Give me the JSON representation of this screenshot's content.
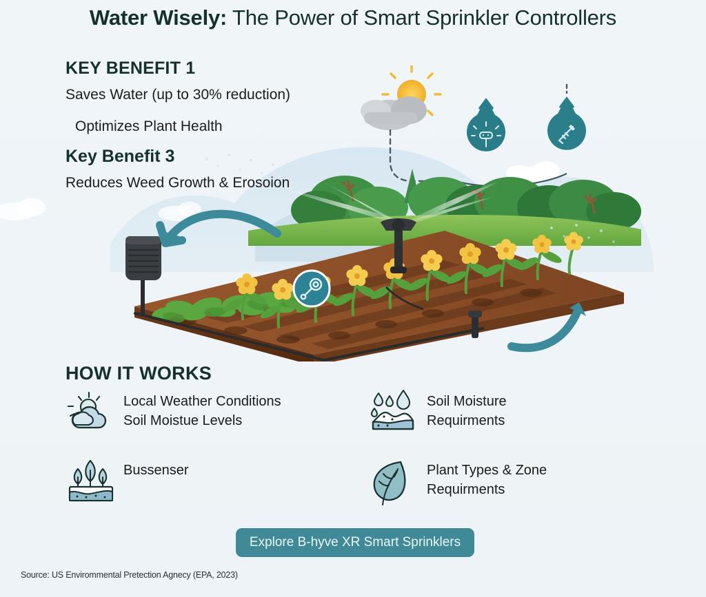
{
  "header": {
    "title_strong": "Water Wisely:",
    "title_light": " The Power of Smart Sprinkler Controllers"
  },
  "benefits": {
    "items": [
      {
        "heading": "KEY BENEFIT 1",
        "text": "Saves Water (up to 30% reduction)"
      },
      {
        "heading": "",
        "text": "Optimizes Plant Health"
      },
      {
        "heading": "Key Benefit 3",
        "text": "Reduces Weed Growth & Erosoion"
      }
    ],
    "heading_1": "KEY BENEFIT 1",
    "text_1": "Saves Water (up to 30% reduction)",
    "text_2": "Optimizes Plant Health",
    "heading_3": "Key Benefit 3",
    "text_3": "Reduces Weed Growth & Erosoion"
  },
  "how_it_works": {
    "title": "HOW IT WORKS",
    "items": [
      {
        "icon": "sun-cloud-icon",
        "line1": "Local Weather Conditions",
        "line2": "Soil Moistue Levels"
      },
      {
        "icon": "soil-moisture-droplets-icon",
        "line1": "Soil Moisture",
        "line2": "Requirments"
      },
      {
        "icon": "bush-sensor-icon",
        "line1": "Bussenser",
        "line2": ""
      },
      {
        "icon": "leaf-icon",
        "line1": "Plant Types & Zone",
        "line2": "Requirments"
      }
    ]
  },
  "cta": {
    "label": "Explore B-hyve XR Smart Sprinklers"
  },
  "footer": {
    "source": "Source: US Envirommental Pretection Agnecy (EPA, 2023)"
  },
  "scene": {
    "badges": [
      {
        "name": "weather-sensor-badge",
        "icon": "sun-sensor-glyph"
      },
      {
        "name": "soil-probe-badge",
        "icon": "probe-glyph"
      }
    ],
    "controller": "smart-controller-device",
    "sprinkler": "rotor-sprinkler-head",
    "drip_valve": "drip-line-valve",
    "moisture_marker": "moisture-sensor-marker"
  },
  "colors": {
    "background": "#eff4f7",
    "heading": "#16302d",
    "body_text": "#1b1b1b",
    "accent_teal": "#3f8a96",
    "badge_teal": "#2a7c88",
    "arrow_teal": "#3d8a9b",
    "soil_brown": "#8a4f29",
    "soil_dark": "#5d3218",
    "leaf_green": "#4f9b3f",
    "sun_yellow": "#f5c13d",
    "cloud_gray": "#c9ccd0",
    "cta_text": "#eaf6f8"
  }
}
